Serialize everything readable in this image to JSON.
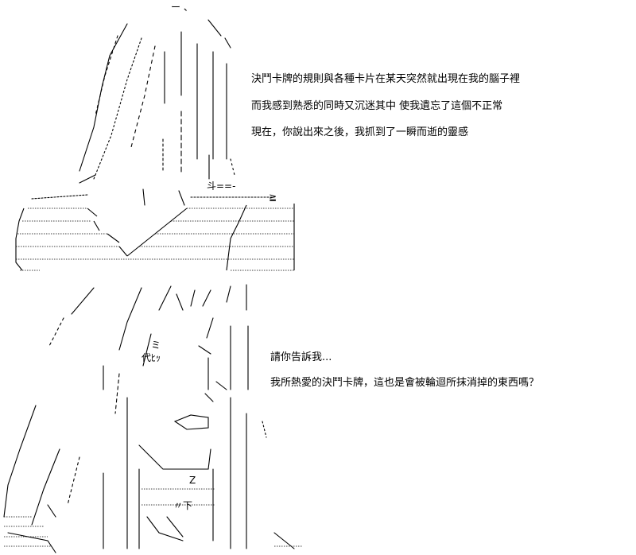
{
  "panel_top": {
    "lines": [
      "決鬥卡牌的規則與各種卡片在某天突然就出現在我的腦子裡",
      "而我感到熟悉的同時又沉迷其中  使我遺忘了這個不正常",
      "現在，你說出來之後，我抓到了一瞬而逝的靈感"
    ]
  },
  "panel_bottom": {
    "lines": [
      "請你告訴我...",
      "我所熱愛的決鬥卡牌，這也是會被輪迴所抹消掉的東西嗎？"
    ]
  },
  "ascii_art": {
    "top_fragments": [
      "ー 、",
      "斗==-",
      "≧"
    ],
    "bottom_fragments": [
      "ミ",
      "代ﾋｯ",
      "Z",
      "〃下"
    ]
  }
}
